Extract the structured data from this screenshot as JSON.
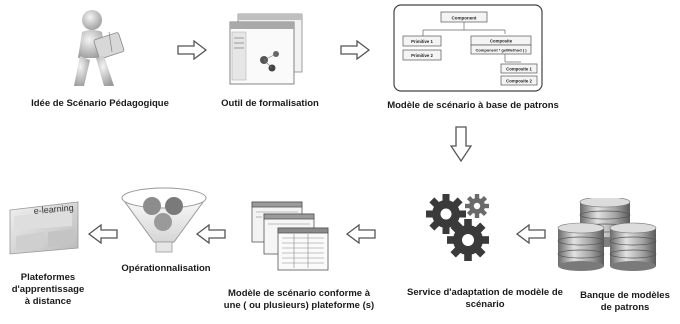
{
  "labels": {
    "idea": "Idée de Scénario Pédagogique",
    "tool": "Outil de formalisation",
    "model": "Modèle de scénario à base de patrons",
    "bank_line1": "Banque de  modèles",
    "bank_line2": "de patrons",
    "service_line1": "Service d'adaptation  de modèle de",
    "service_line2": "scénario",
    "conform_line1": "Modèle de scénario conforme à",
    "conform_line2": "une ( ou plusieurs) plateforme (s)",
    "oper": "Opérationnalisation",
    "platform_line1": "Plateformes",
    "platform_line2": "d'apprentissage",
    "platform_line3": "à distance"
  },
  "uml": {
    "component": "Component",
    "primitive1": "Primitive 1",
    "primitive2": "Primitive 2",
    "composite": "Composite",
    "composite_method": "Component * getMethod ( )",
    "composite1": "Composite 1",
    "composite2": "Composite 2"
  },
  "elearning_text": "e-learning",
  "icons": {
    "idea": "person-reading-icon",
    "tool": "software-window-icon",
    "model": "uml-class-diagram-icon",
    "bank": "database-stack-icon",
    "service": "gears-icon",
    "conform": "stacked-documents-icon",
    "oper": "funnel-icon",
    "platform": "elearning-screen-icon"
  },
  "colors": {
    "arrow_stroke": "#555555",
    "arrow_fill": "#ffffff",
    "gear": "#3a3a3a",
    "funnel_ball": "#8c8c8c"
  }
}
